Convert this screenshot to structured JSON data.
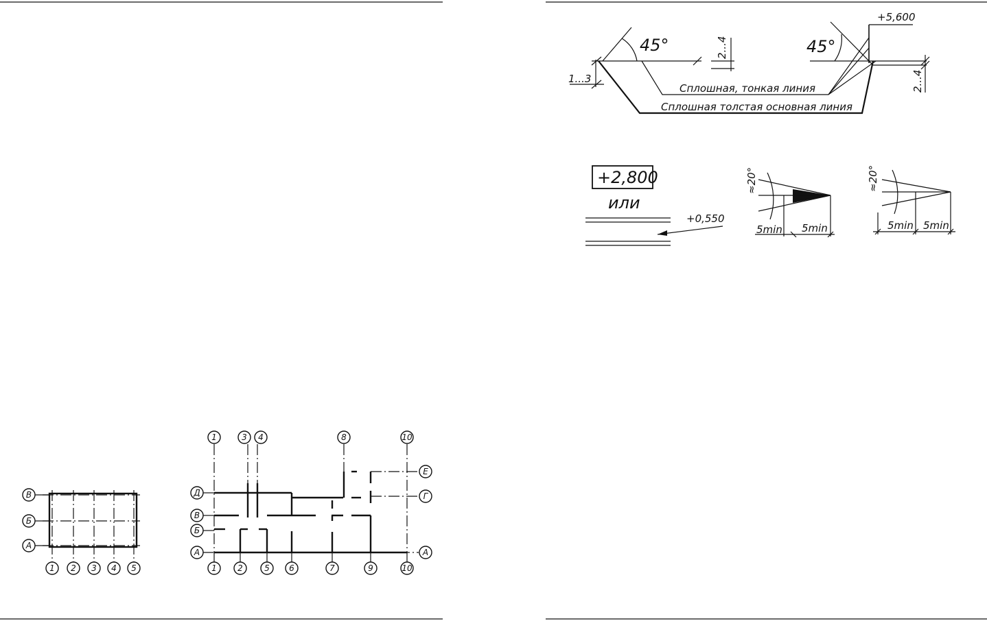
{
  "elevation_marks": {
    "angle_left": "45°",
    "angle_right": "45°",
    "dim_left_small": "1...3",
    "dim_mid_small": "2...4",
    "dim_right_small": "2...4",
    "level_top_right": "+5,600",
    "thin_line_caption": "Сплошная, тонкая линия",
    "thick_line_caption": "Сплошная толстая основная линия"
  },
  "level_examples": {
    "boxed_level": "+2,800",
    "or_text": "или",
    "leader_level": "+0,550"
  },
  "arrow_specs": {
    "angle_a": "≈20°",
    "angle_b": "≈20°",
    "dim_a1": "5min",
    "dim_a2": "5min",
    "dim_b1": "5min",
    "dim_b2": "5min"
  },
  "simple_grid": {
    "rows": [
      "В",
      "Б",
      "А"
    ],
    "cols": [
      "1",
      "2",
      "3",
      "4",
      "5"
    ]
  },
  "plan_grid": {
    "top": [
      "1",
      "3",
      "4",
      "8",
      "10"
    ],
    "left": [
      "Д",
      "В",
      "Б",
      "А"
    ],
    "right": [
      "Е",
      "Г",
      "А"
    ],
    "bottom": [
      "1",
      "2",
      "5",
      "6",
      "7",
      "9",
      "10"
    ]
  }
}
